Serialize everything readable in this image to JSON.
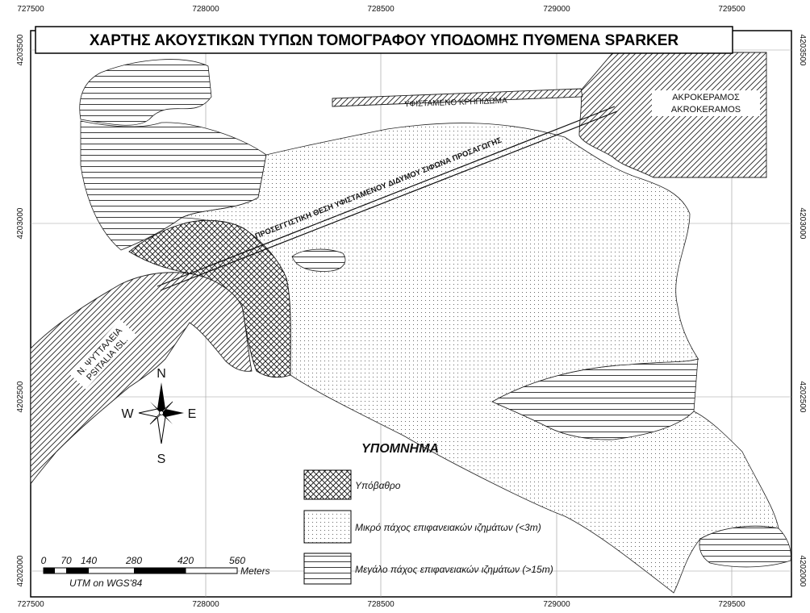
{
  "title": "ΧΑΡΤΗΣ ΑΚΟΥΣΤΙΚΩΝ ΤΥΠΩΝ ΤΟΜΟΓΡΑΦΟΥ ΥΠΟΔΟΜΗΣ ΠΥΘΜΕΝΑ SPARKER",
  "grid": {
    "x_ticks": [
      "727500",
      "728000",
      "728500",
      "729000",
      "729500"
    ],
    "y_ticks": [
      "4203500",
      "4203000",
      "4202500",
      "4202000"
    ]
  },
  "labels": {
    "existing_quay": "ΥΦΙΣΤΑΜΕΝΟ ΚΡΗΠΙΔΩΜΑ",
    "siphon_line": "ΠΡΟΣΕΓΓΙΣΤΙΚΗ ΘΕΣΗ ΥΦΙΣΤΑΜΕΝΟΥ ΔΙΔΥΜΟΥ ΣΙΦΩΝΑ ΠΡΟΣΑΓΩΓΗΣ",
    "akrokeramos_gr": "ΑΚΡΟΚΕΡΑΜΟΣ",
    "akrokeramos_en": "AKROKERAMOS",
    "psyttaleia_gr": "Ν. ΨΥΤΤΑΛΕΙΑ",
    "psyttaleia_en": "PSITALIA ISL."
  },
  "north_arrow": {
    "n": "N",
    "s": "S",
    "e": "E",
    "w": "W"
  },
  "legend": {
    "heading": "ΥΠΟΜΝΗΜΑ",
    "items": [
      {
        "label": "Υπόβαθρο",
        "pattern": "crosshatch"
      },
      {
        "label": "Μικρό πάχος επιφανειακών ιζημάτων (<3m)",
        "pattern": "dots"
      },
      {
        "label": "Μεγάλο πάχος επιφανειακών ιζημάτων (>15m)",
        "pattern": "horizontal-lines"
      }
    ]
  },
  "scale_bar": {
    "ticks": [
      "0",
      "70",
      "140",
      "280",
      "420",
      "560"
    ],
    "unit": "Meters",
    "projection": "UTM on WGS'84"
  }
}
